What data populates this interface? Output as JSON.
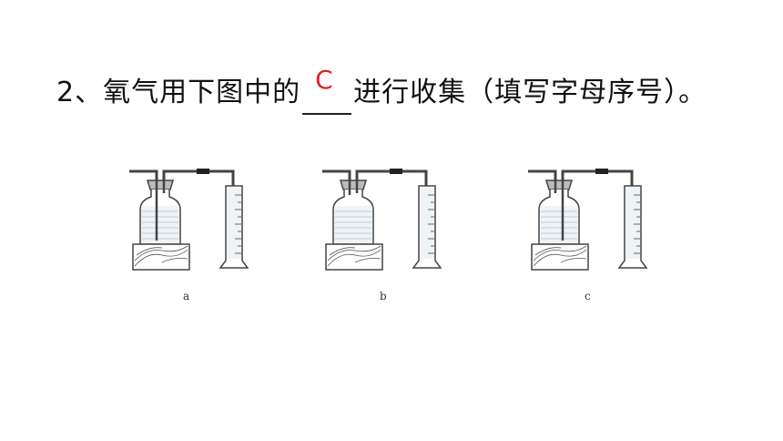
{
  "question": {
    "prefix": "2、氧气用下图中的",
    "answer": "C",
    "suffix": "进行收集（填写字母序号）。"
  },
  "figures": [
    {
      "id": "a",
      "label": "a",
      "inlet_tube": "long",
      "outlet_tube": "short"
    },
    {
      "id": "b",
      "label": "b",
      "inlet_tube": "short",
      "outlet_tube": "short"
    },
    {
      "id": "c",
      "label": "c",
      "inlet_tube": "short",
      "outlet_tube": "long"
    }
  ],
  "colors": {
    "answer": "#e02020",
    "text": "#111111",
    "water": "#eef3f8"
  }
}
